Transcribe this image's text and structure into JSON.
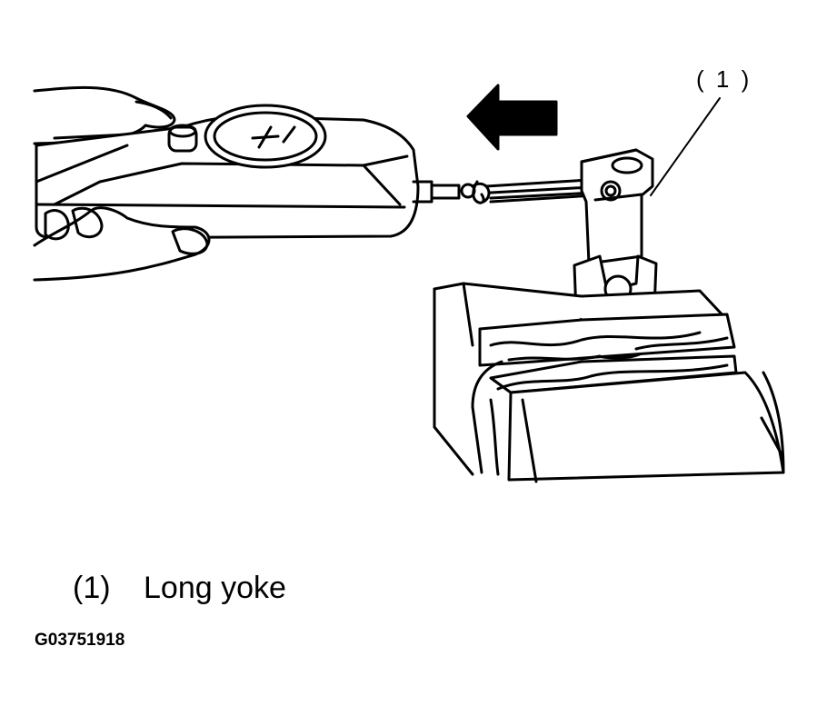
{
  "figure": {
    "callout_label": "( 1 )",
    "legend": [
      {
        "number": "(1)",
        "text": "Long yoke"
      }
    ],
    "figure_code": "G03751918"
  },
  "colors": {
    "ink": "#000000",
    "paper": "#ffffff"
  },
  "icons": {
    "arrow": "left-arrow-icon",
    "gauge": "push-pull-gauge-icon"
  }
}
